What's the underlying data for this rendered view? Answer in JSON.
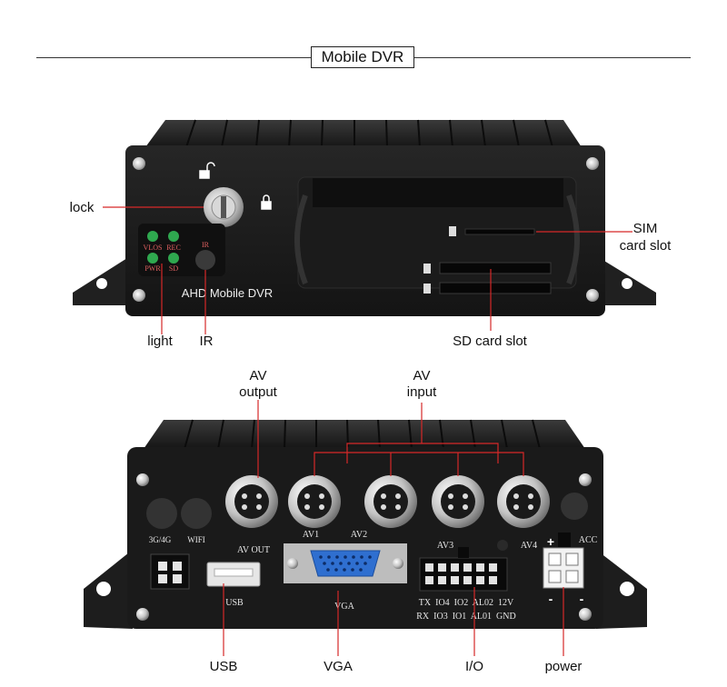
{
  "title": "Mobile DVR",
  "front": {
    "brand": "AHD Mobile DVR",
    "leds": [
      "VLOS",
      "REC",
      "PWR",
      "SD"
    ],
    "ir_text": "IR",
    "callouts": {
      "lock": "lock",
      "sim_line1": "SIM",
      "sim_line2": "card slot",
      "light": "light",
      "ir": "IR",
      "sd": "SD card slot"
    }
  },
  "rear": {
    "port_labels": {
      "net3g": "3G/4G",
      "wifi": "WIFI",
      "av_out": "AV OUT",
      "av1": "AV1",
      "av2": "AV2",
      "av3": "AV3",
      "av4": "AV4",
      "acc": "ACC",
      "usb": "USB",
      "vga": "VGA",
      "io_row1": "TX  IO4  IO2  AL02  12V",
      "io_row2": "RX  IO3  IO1  AL01  GND",
      "plus": "+",
      "minus1": "-",
      "minus2": "-"
    },
    "callouts": {
      "av_output_line1": "AV",
      "av_output_line2": "output",
      "av_input_line1": "AV",
      "av_input_line2": "input",
      "usb": "USB",
      "vga": "VGA",
      "io": "I/O",
      "power": "power"
    }
  },
  "colors": {
    "leader": "#d62828",
    "body": "#1c1c1c",
    "led": "#2fa84f",
    "vga_port": "#2f6fd0"
  }
}
